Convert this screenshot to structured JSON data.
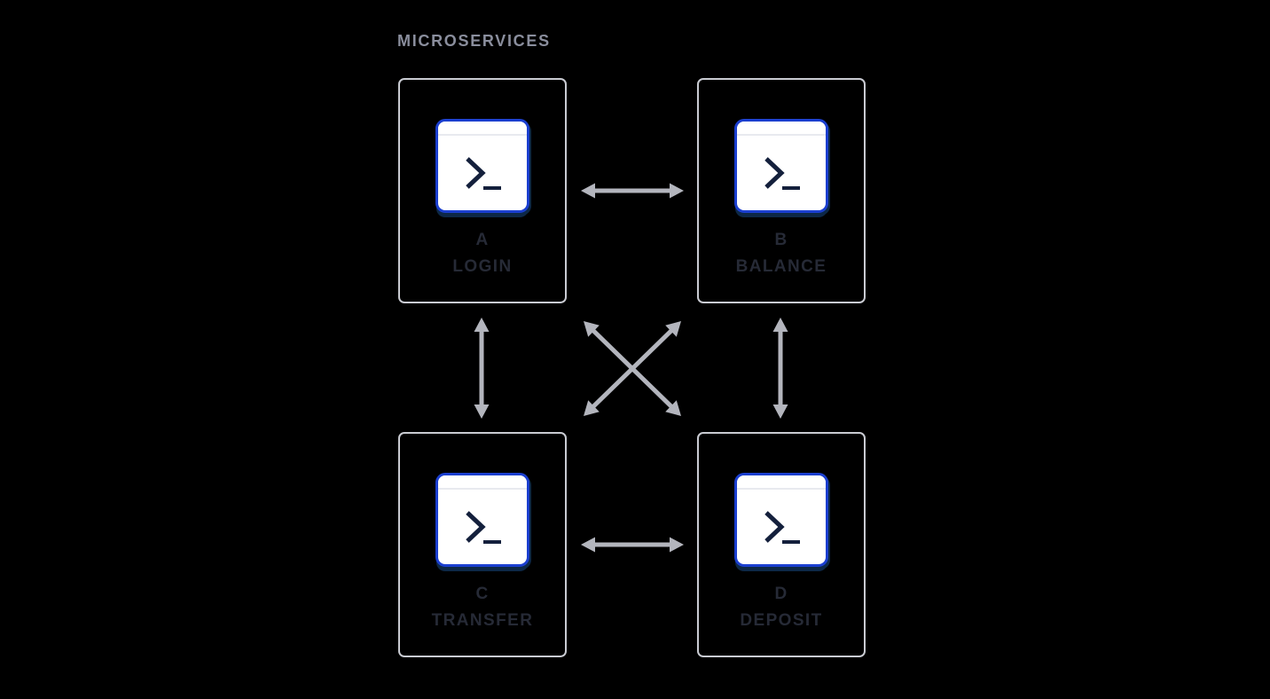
{
  "title": "MICROSERVICES",
  "diagram": {
    "nodes": [
      {
        "id": "A",
        "letter": "A",
        "name": "LOGIN",
        "icon": "terminal-icon"
      },
      {
        "id": "B",
        "letter": "B",
        "name": "BALANCE",
        "icon": "terminal-icon"
      },
      {
        "id": "C",
        "letter": "C",
        "name": "TRANSFER",
        "icon": "terminal-icon"
      },
      {
        "id": "D",
        "letter": "D",
        "name": "DEPOSIT",
        "icon": "terminal-icon"
      }
    ],
    "edges": [
      {
        "from": "A",
        "to": "B",
        "bidirectional": true
      },
      {
        "from": "C",
        "to": "D",
        "bidirectional": true
      },
      {
        "from": "A",
        "to": "C",
        "bidirectional": true
      },
      {
        "from": "B",
        "to": "D",
        "bidirectional": true
      },
      {
        "from": "A",
        "to": "D",
        "bidirectional": true
      },
      {
        "from": "B",
        "to": "C",
        "bidirectional": true
      }
    ]
  },
  "colors": {
    "background": "#000000",
    "title_text": "#8a8e9d",
    "box_border": "#c9cbd2",
    "label_text": "#262a36",
    "arrow": "#b3b5bd",
    "icon_bg": "#ffffff",
    "icon_border_blue": "#1b3fd0",
    "icon_shadow_navy": "#0d2847",
    "icon_titlebar_line": "#e8eaef",
    "prompt_glyph": "#14203c"
  }
}
